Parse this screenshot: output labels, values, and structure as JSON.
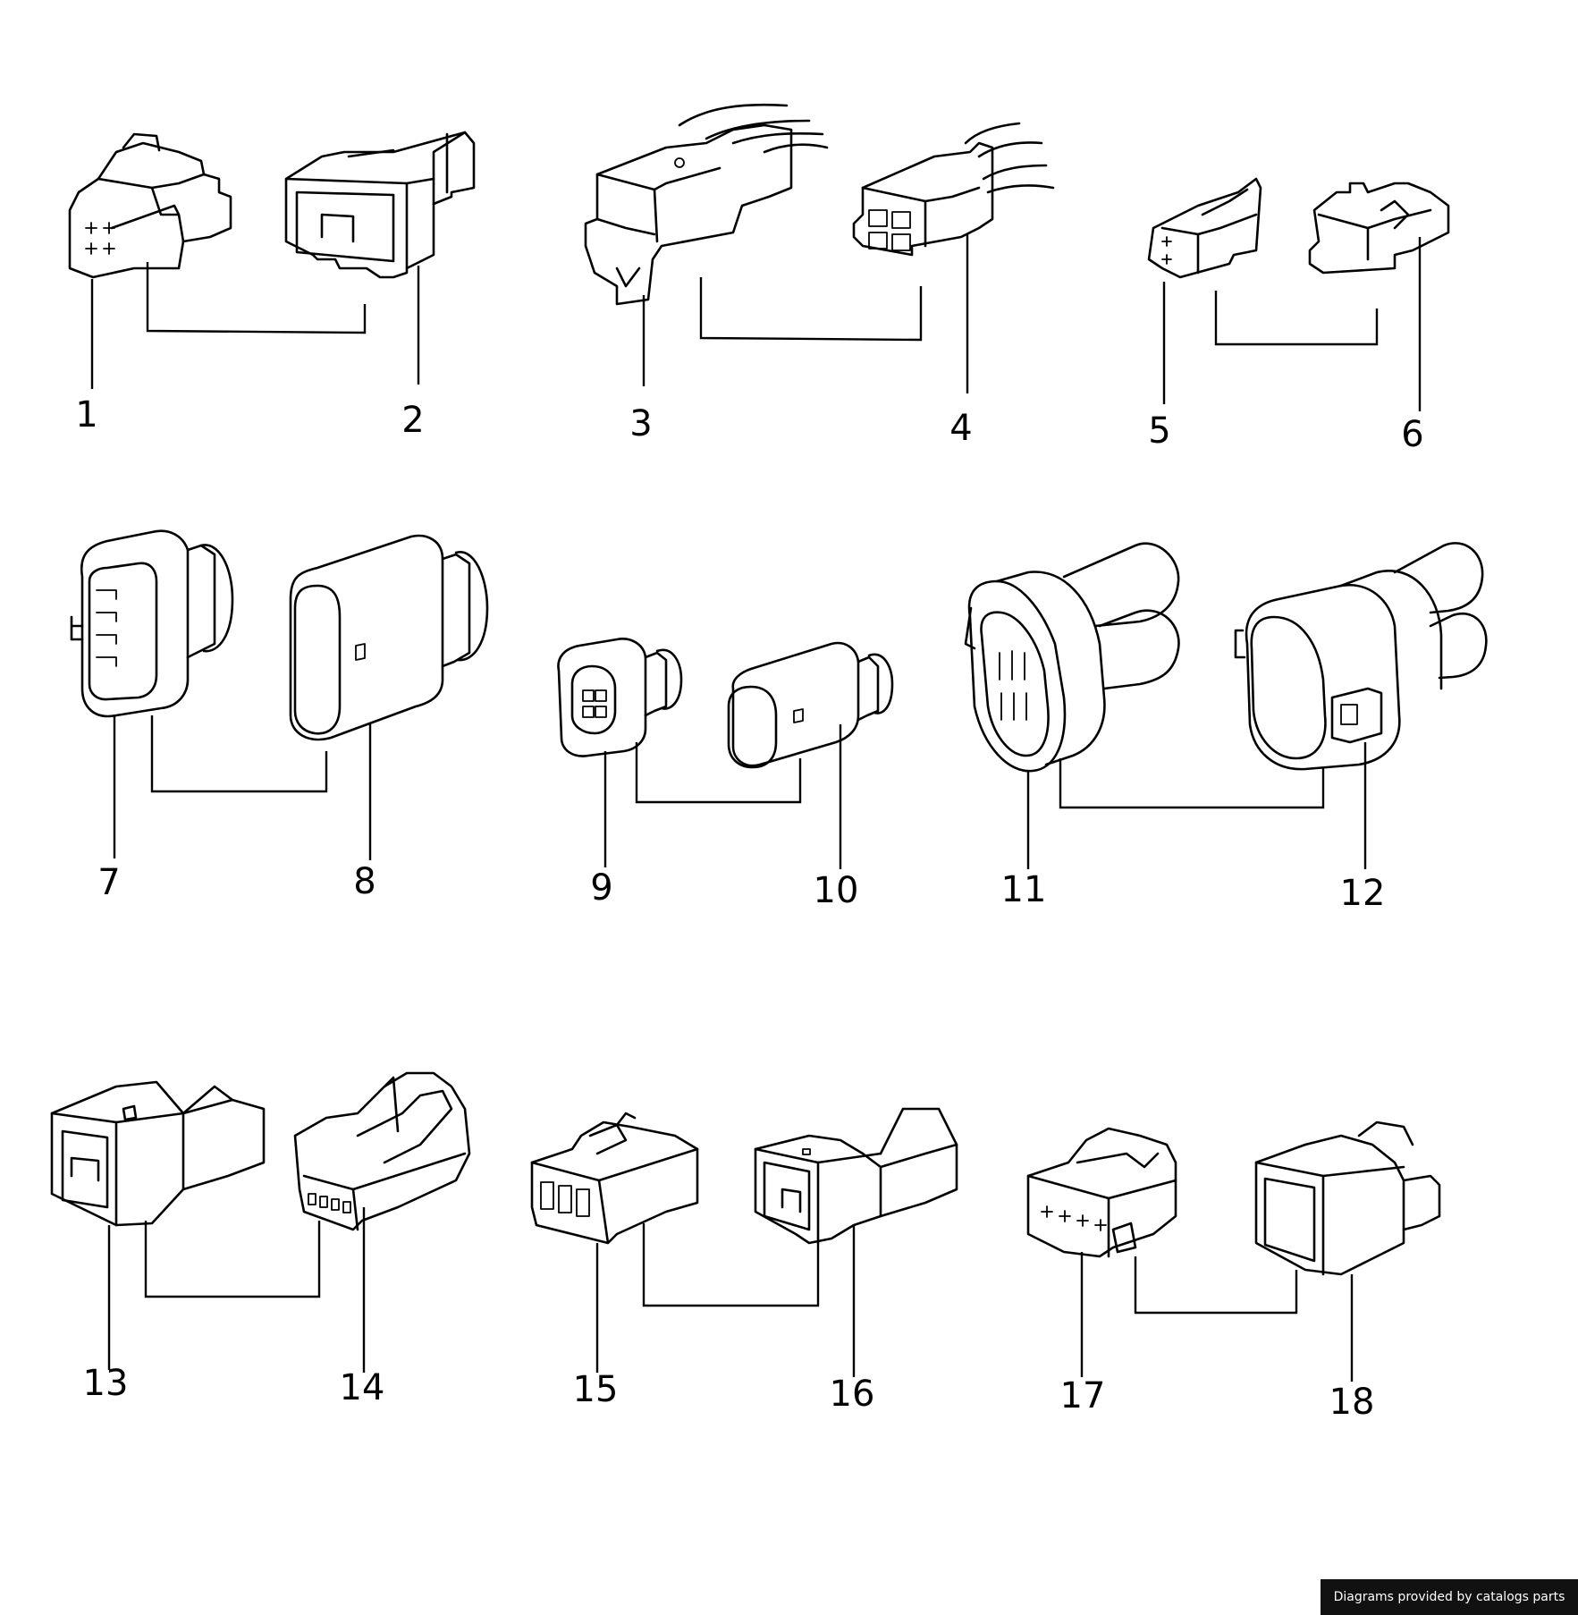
{
  "labels": {
    "p1": "1",
    "p2": "2",
    "p3": "3",
    "p4": "4",
    "p5": "5",
    "p6": "6",
    "p7": "7",
    "p8": "8",
    "p9": "9",
    "p10": "10",
    "p11": "11",
    "p12": "12",
    "p13": "13",
    "p14": "14",
    "p15": "15",
    "p16": "16",
    "p17": "17",
    "p18": "18"
  },
  "footer": {
    "credit": "Diagrams provided by catalogs parts"
  }
}
